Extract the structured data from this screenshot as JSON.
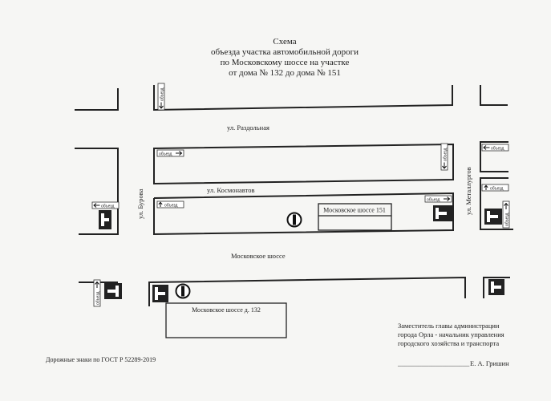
{
  "title": {
    "line1": "Схема",
    "line2": "объезда участка автомобильной дороги",
    "line3": "по Московскому шоссе на участке",
    "line4": "от дома № 132 до дома № 151"
  },
  "streets": {
    "razdolnaya": "ул. Раздольная",
    "kosmonavtov": "ул. Космонавтов",
    "moskovskoe": "Московское шоссе",
    "burova": "ул. Бурова",
    "metallurgov": "ул. Металлургов"
  },
  "buildings": {
    "house151": "Московское шоссе 151",
    "house132": "Московское шоссе д. 132"
  },
  "signs": {
    "detour": "объезд"
  },
  "footer": {
    "gost": "Дорожные знаки по ГОСТ Р 52289-2019",
    "position1": "Заместитель главы администрации",
    "position2": "города Орла - начальник управления",
    "position3": "городского хозяйства и транспорта",
    "signature_line": "_____________________",
    "signatory": "Е. А. Гришин"
  }
}
